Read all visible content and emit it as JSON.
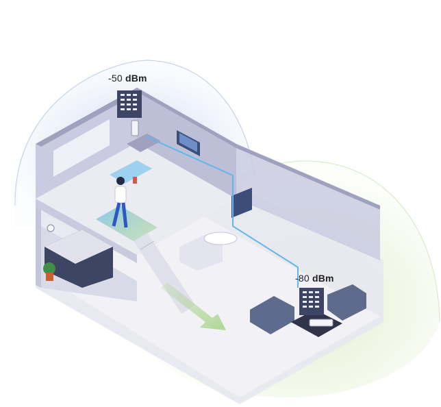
{
  "labels": {
    "upper_signal_value": "-50",
    "upper_signal_unit": "dBm",
    "lower_signal_value": "-80",
    "lower_signal_unit": "dBm"
  },
  "colors": {
    "upper_coverage": "#8fb3e6",
    "lower_coverage": "#c9e3a6",
    "signal_link": "#5fb7ea",
    "walls": "#c9cbe0",
    "floor": "#eeeef4",
    "stairs_arrow": "#a9d48c",
    "path_marker": "#7ec5ee"
  },
  "icons": {
    "upper_panel": "signal-bars-icon",
    "lower_panel": "signal-bars-icon",
    "access_point": "wifi-access-point-icon",
    "router": "router-icon"
  }
}
